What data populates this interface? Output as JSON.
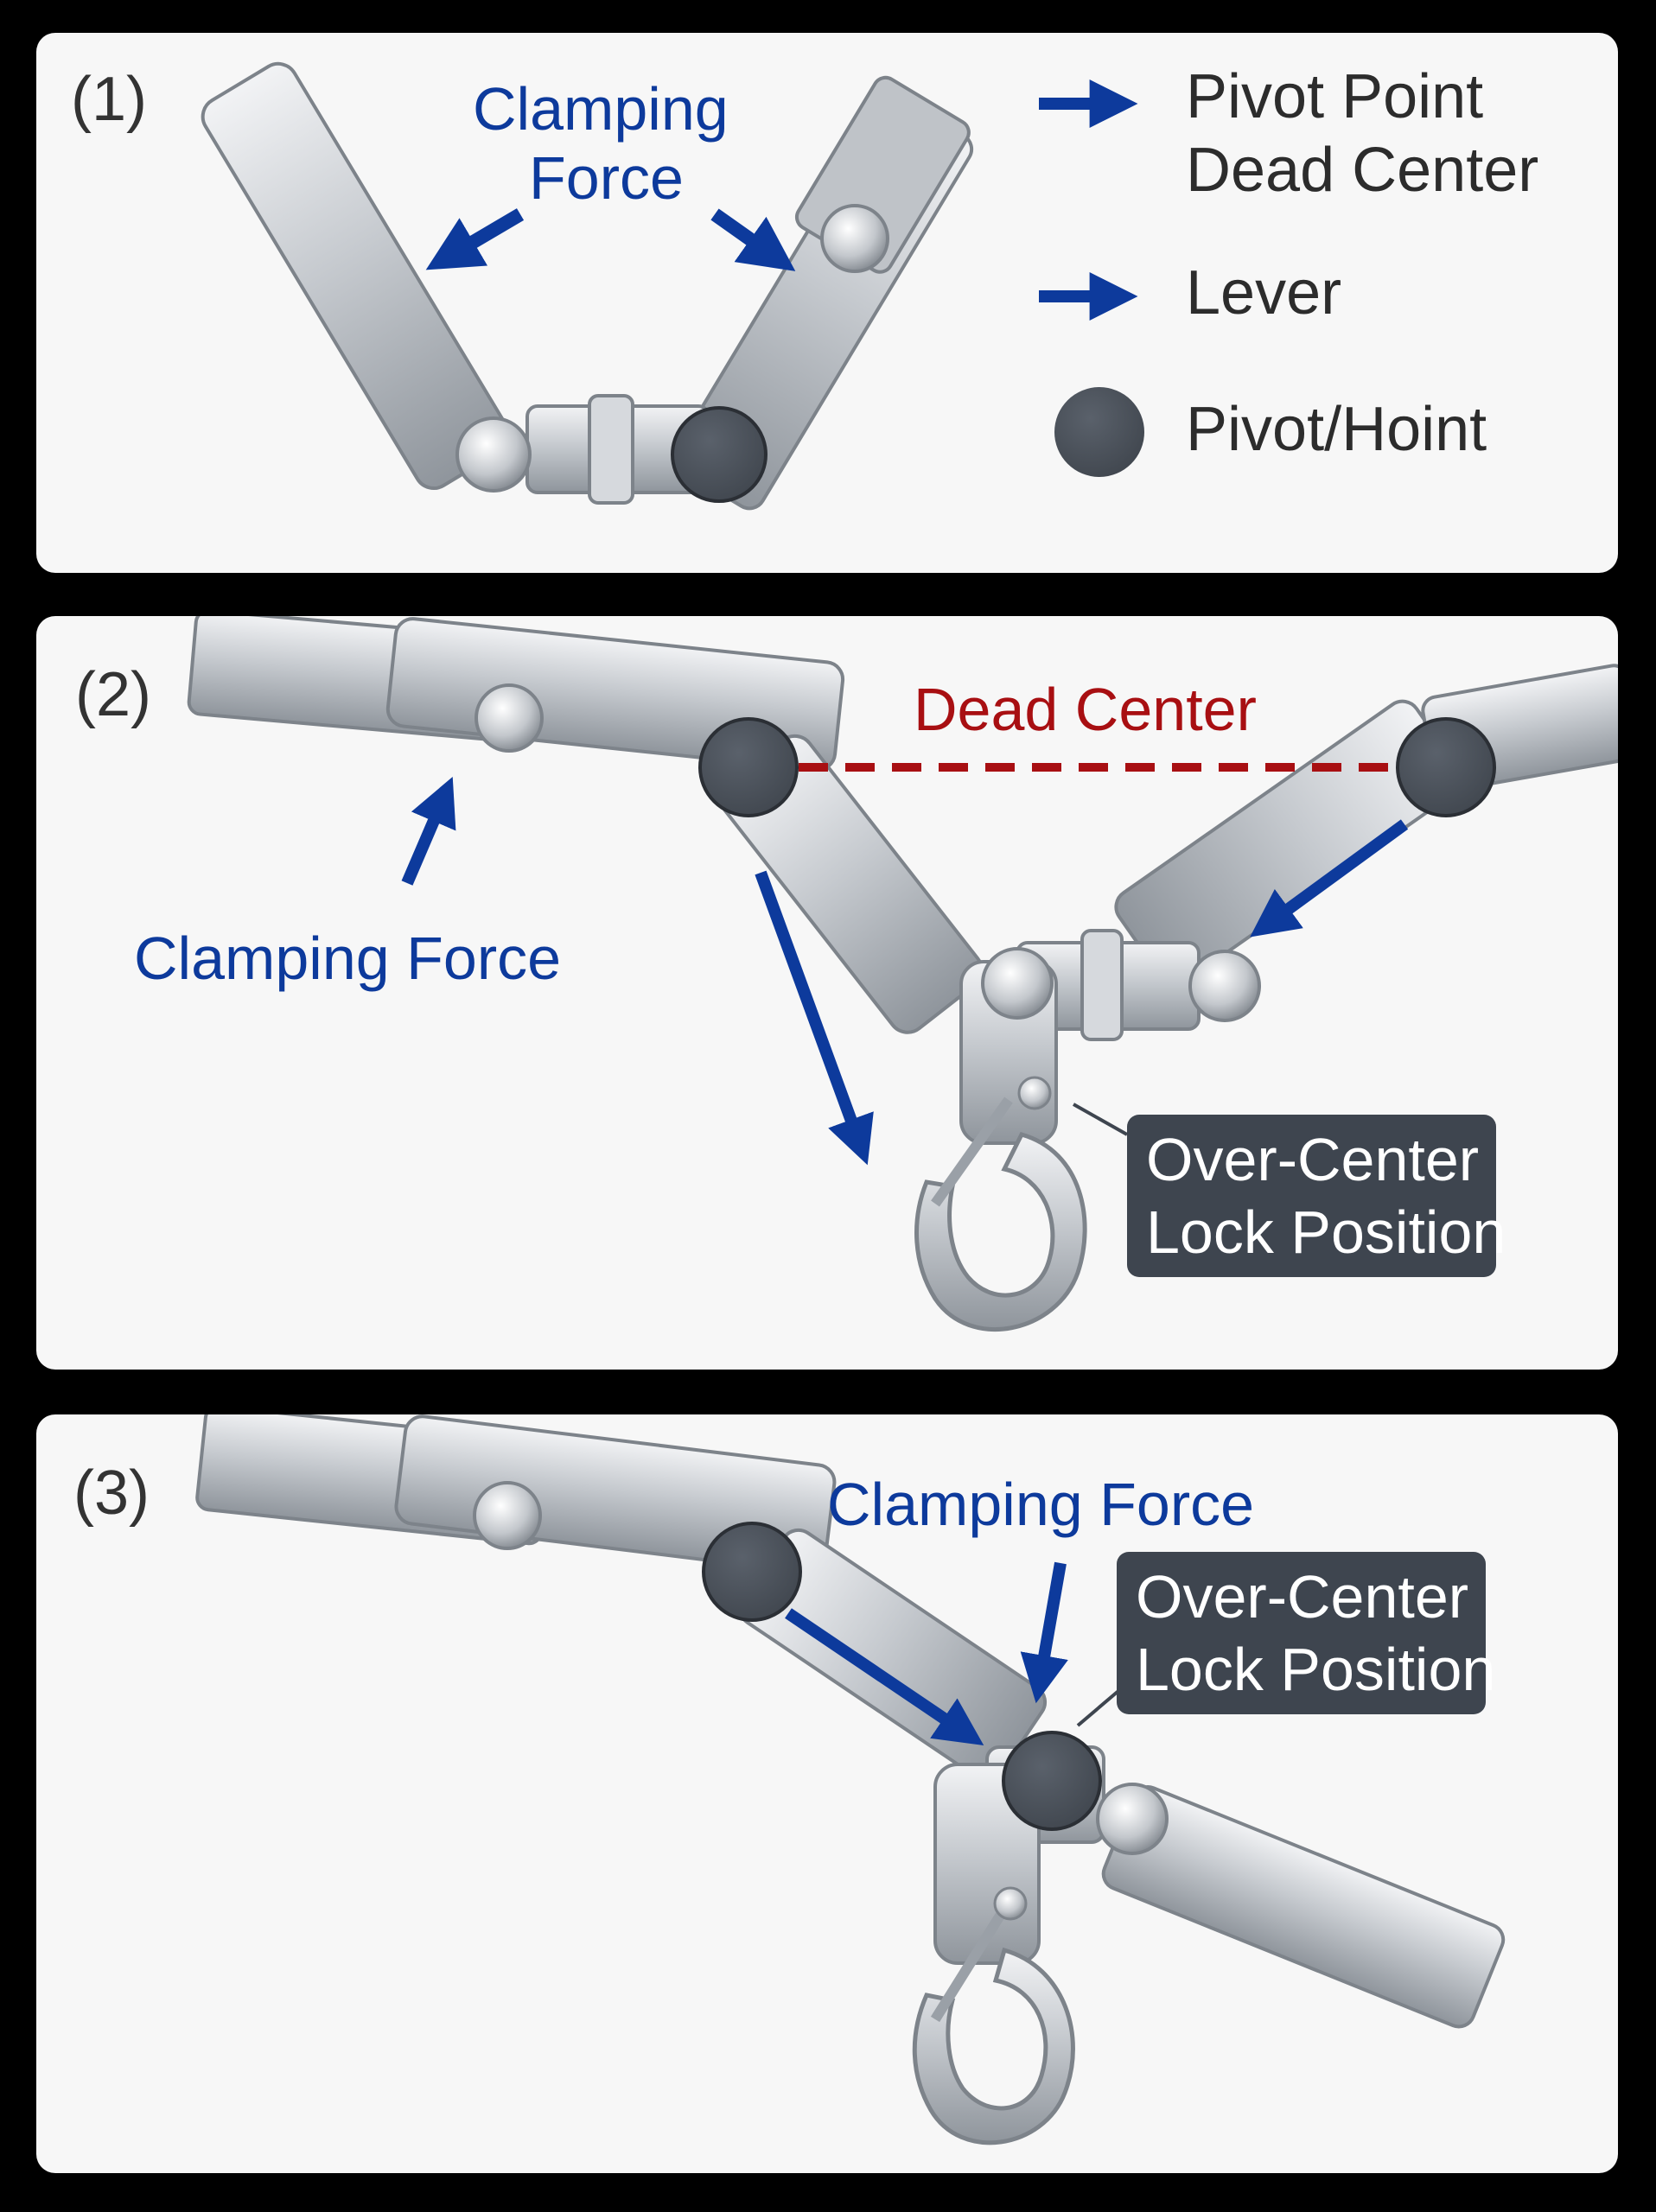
{
  "panels": [
    {
      "number": "(1)",
      "clamping_force": [
        "Clamping",
        "Force"
      ],
      "legend": {
        "pivot_point": [
          "Pivot Point",
          "Dead Center"
        ],
        "lever": "Lever",
        "pivot_joint": "Pivot/Hoint"
      }
    },
    {
      "number": "(2)",
      "dead_center": "Dead Center",
      "clamping_force": "Clamping Force",
      "lock": [
        "Over-Center",
        "Lock Position"
      ]
    },
    {
      "number": "(3)",
      "clamping_force": "Clamping Force",
      "lock": [
        "Over-Center",
        "Lock Position"
      ]
    }
  ],
  "colors": {
    "arrow_blue": "#0d3a9c",
    "dead_center_red": "#a80f12",
    "pivot_dark": "#4a5059",
    "metal": "#c9cdd2",
    "panel_bg": "#f7f7f7",
    "label_box": "#3e454f"
  }
}
